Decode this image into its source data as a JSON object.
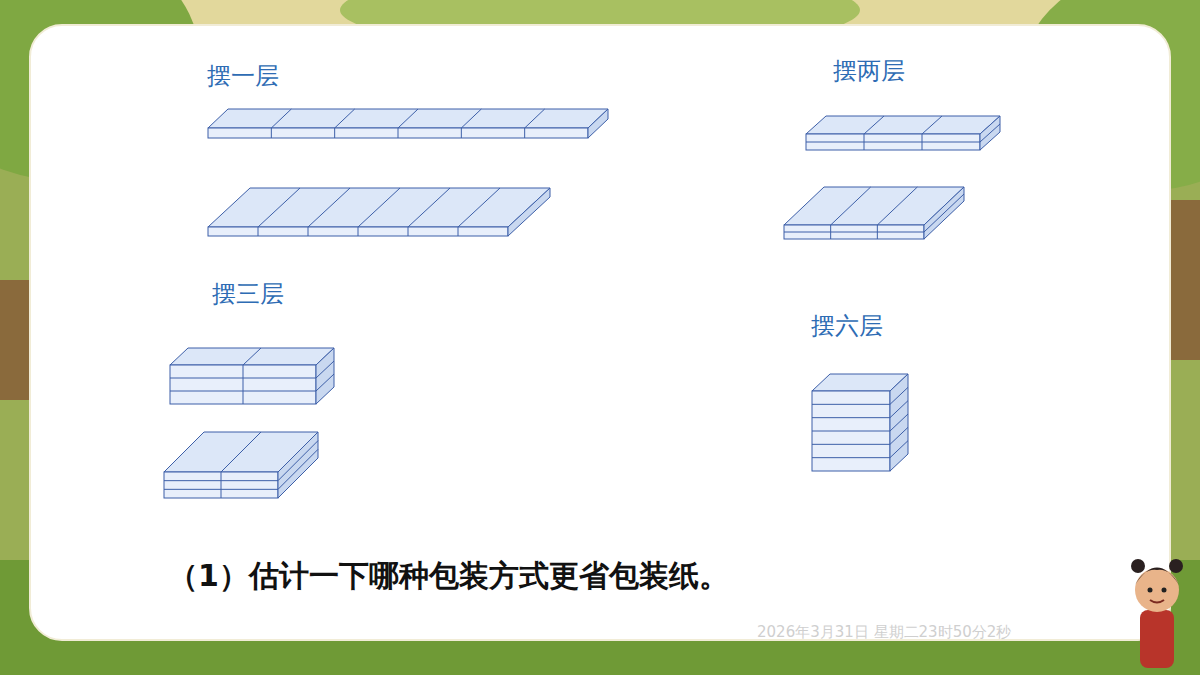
{
  "diagram": {
    "labels": [
      "摆一层",
      "摆两层",
      "摆三层",
      "摆六层",
      "（1）估计一下哪种包装方式更省包装纸。",
      "2026年3月31日 星期二23时50分2秒"
    ]
  }
}
